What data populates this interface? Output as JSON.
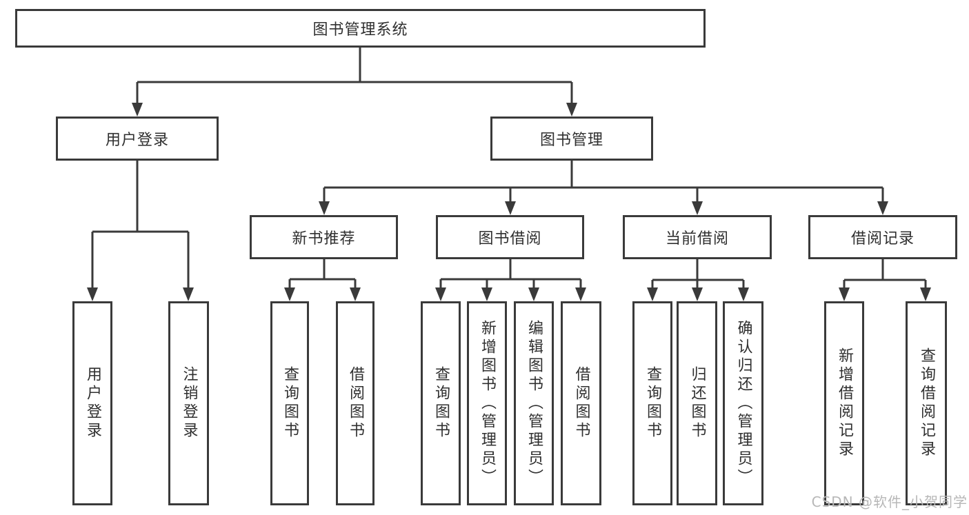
{
  "diagram": {
    "root": {
      "label": "图书管理系统"
    },
    "user_login": {
      "label": "用户登录",
      "children": [
        {
          "label": "用户登录"
        },
        {
          "label": "注销登录"
        }
      ]
    },
    "book_management": {
      "label": "图书管理",
      "sections": [
        {
          "label": "新书推荐",
          "children": [
            {
              "label": "查询图书"
            },
            {
              "label": "借阅图书"
            }
          ]
        },
        {
          "label": "图书借阅",
          "children": [
            {
              "label": "查询图书"
            },
            {
              "label": "新增图书（管理员）"
            },
            {
              "label": "编辑图书（管理员）"
            },
            {
              "label": "借阅图书"
            }
          ]
        },
        {
          "label": "当前借阅",
          "children": [
            {
              "label": "查询图书"
            },
            {
              "label": "归还图书"
            },
            {
              "label": "确认归还（管理员）"
            }
          ]
        },
        {
          "label": "借阅记录",
          "children": [
            {
              "label": "新增借阅记录"
            },
            {
              "label": "查询借阅记录"
            }
          ]
        }
      ]
    }
  },
  "watermark": {
    "text": "CSDN @软件_小贺同学"
  },
  "colors": {
    "line": "#3a3a3a",
    "text": "#2f2f2f",
    "box_background": "#ffffff",
    "page_background": "#ffffff",
    "watermark": "#b7b7b7"
  }
}
